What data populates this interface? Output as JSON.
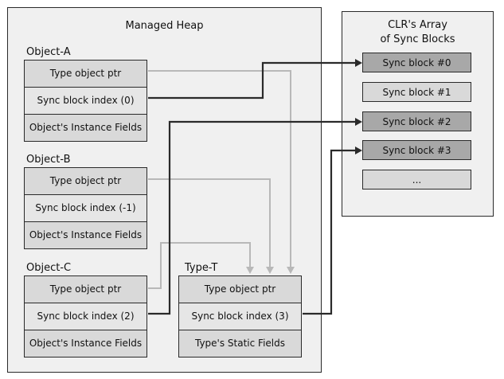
{
  "heap": {
    "title": "Managed Heap",
    "object_a": {
      "label": "Object-A",
      "fields": [
        "Type object ptr",
        "Sync block index (0)",
        "Object's Instance Fields"
      ]
    },
    "object_b": {
      "label": "Object-B",
      "fields": [
        "Type object ptr",
        "Sync block index (-1)",
        "Object's Instance Fields"
      ]
    },
    "object_c": {
      "label": "Object-C",
      "fields": [
        "Type object ptr",
        "Sync block index (2)",
        "Object's Instance Fields"
      ]
    },
    "type_t": {
      "label": "Type-T",
      "fields": [
        "Type object ptr",
        "Sync block index (3)",
        "Type's Static Fields"
      ]
    }
  },
  "sync_array": {
    "title_line1": "CLR's Array",
    "title_line2": "of Sync Blocks",
    "blocks": [
      "Sync block #0",
      "Sync block #1",
      "Sync block #2",
      "Sync block #3",
      "..."
    ]
  },
  "colors": {
    "active_wire": "#2a2a2a",
    "type_wire": "#b8b8b8",
    "used_block": "#a8a8a8",
    "free_block": "#d9d9d9"
  }
}
